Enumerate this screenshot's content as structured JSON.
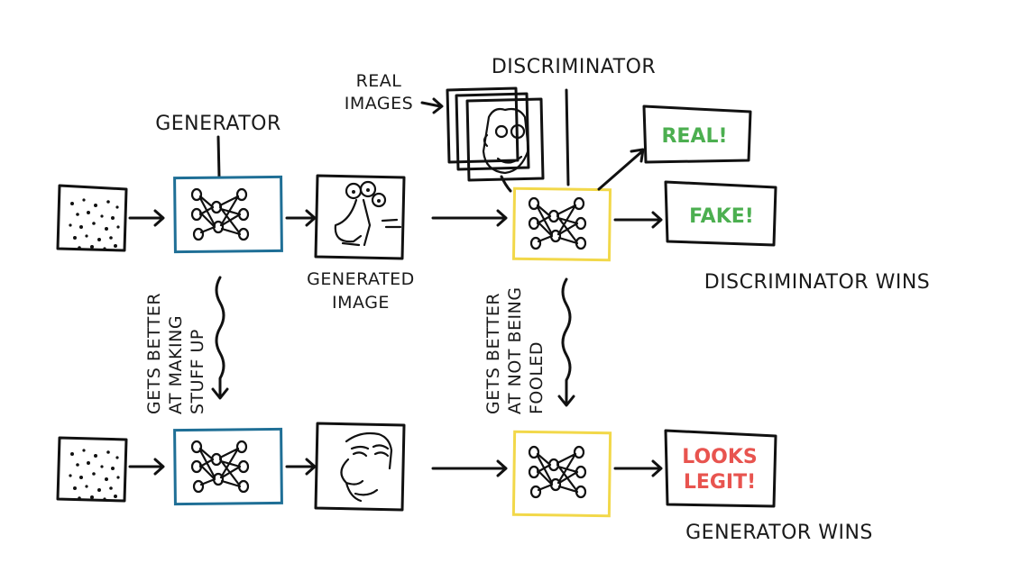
{
  "labels": {
    "generator": "GENERATOR",
    "discriminator": "DISCRIMINATOR",
    "real_images_line1": "REAL",
    "real_images_line2": "IMAGES",
    "generated_image_line1": "GENERATED",
    "generated_image_line2": "IMAGE",
    "gen_improves_line1": "GETS BETTER",
    "gen_improves_line2": "AT MAKING",
    "gen_improves_line3": "STUFF UP",
    "disc_improves_line1": "GETS BETTER",
    "disc_improves_line2": "AT NOT BEING",
    "disc_improves_line3": "FOOLED",
    "discriminator_wins": "DISCRIMINATOR WINS",
    "generator_wins": "GENERATOR WINS"
  },
  "verdicts": {
    "real": "REAL!",
    "fake": "FAKE!",
    "looks_line1": "LOOKS",
    "looks_line2": "LEGIT!"
  },
  "colors": {
    "generator_border": "#1f6f96",
    "discriminator_border": "#f2d84a",
    "verdict_green": "#4caf50",
    "verdict_red": "#e8544f",
    "ink": "#111111"
  }
}
